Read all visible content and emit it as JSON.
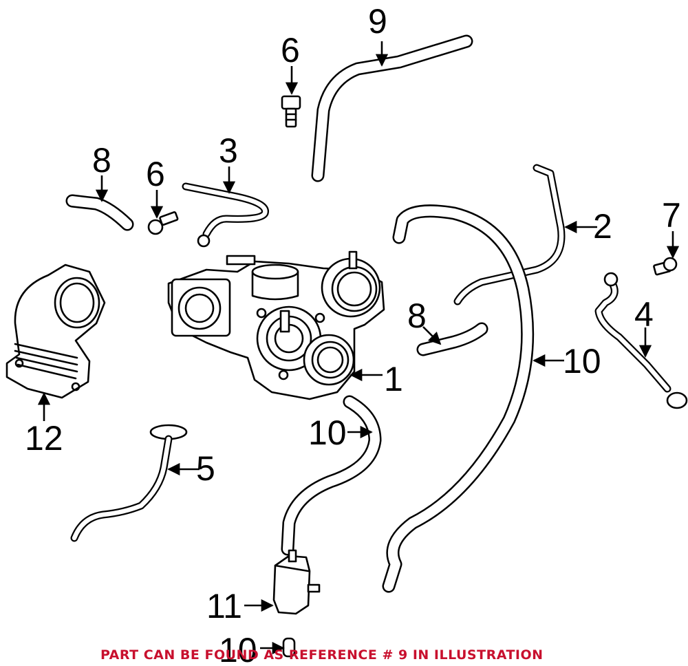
{
  "callouts": [
    {
      "id": "c1",
      "label": "1"
    },
    {
      "id": "c2",
      "label": "2"
    },
    {
      "id": "c3",
      "label": "3"
    },
    {
      "id": "c4",
      "label": "4"
    },
    {
      "id": "c5",
      "label": "5"
    },
    {
      "id": "c6a",
      "label": "6"
    },
    {
      "id": "c6b",
      "label": "6"
    },
    {
      "id": "c7",
      "label": "7"
    },
    {
      "id": "c8a",
      "label": "8"
    },
    {
      "id": "c8b",
      "label": "8"
    },
    {
      "id": "c9",
      "label": "9"
    },
    {
      "id": "c10a",
      "label": "10"
    },
    {
      "id": "c10b",
      "label": "10"
    },
    {
      "id": "c10c",
      "label": "10"
    },
    {
      "id": "c11",
      "label": "11"
    },
    {
      "id": "c12",
      "label": "12"
    }
  ],
  "notice": "PART CAN BE FOUND AS REFERENCE # 9 IN ILLUSTRATION",
  "colors": {
    "notice": "#c8102e",
    "line": "#000000",
    "background": "#ffffff"
  }
}
